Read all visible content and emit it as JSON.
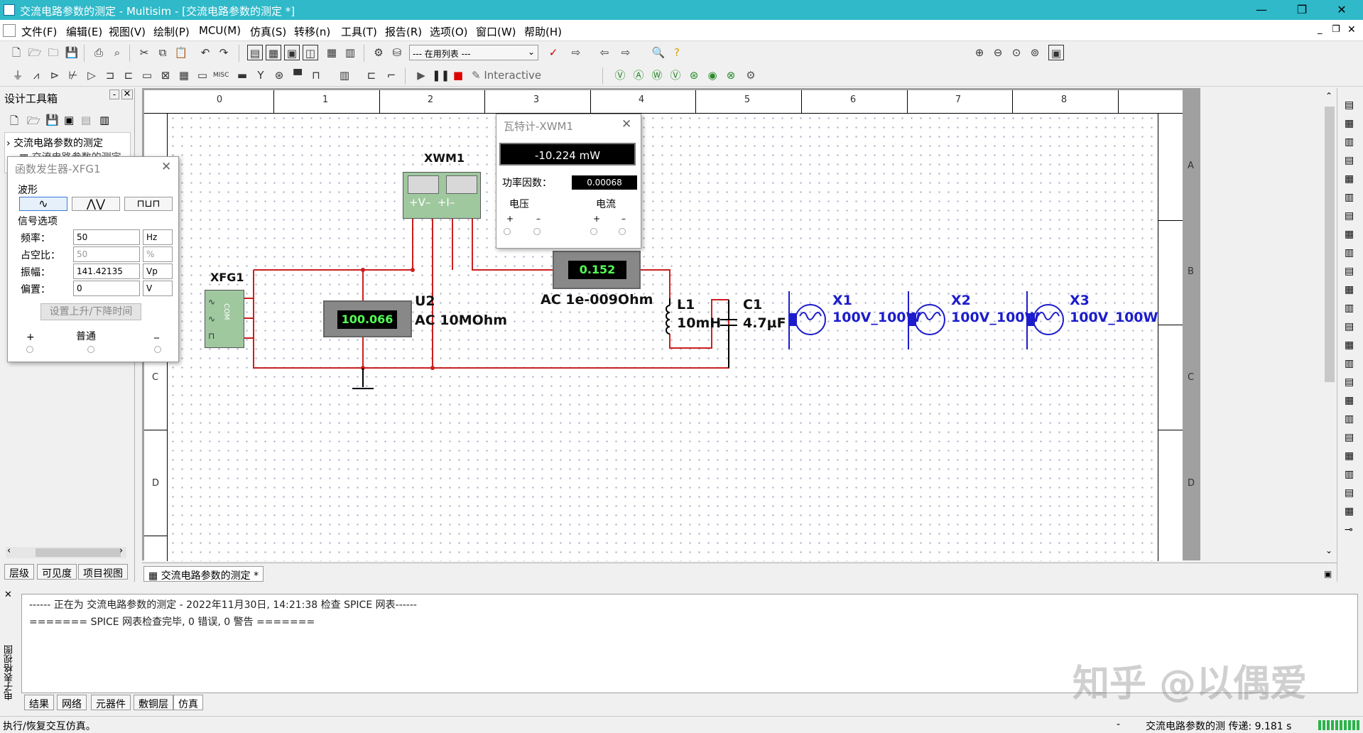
{
  "window": {
    "title": "交流电路参数的测定 - Multisim - [交流电路参数的测定 *]",
    "min": "—",
    "max": "❐",
    "close": "✕"
  },
  "menu": [
    "文件(F)",
    "编辑(E)",
    "视图(V)",
    "绘制(P)",
    "MCU(M)",
    "仿真(S)",
    "转移(n)",
    "工具(T)",
    "报告(R)",
    "选项(O)",
    "窗口(W)",
    "帮助(H)"
  ],
  "toolbar": {
    "inuse_list": "--- 在用列表 ---",
    "interactive": "Interactive"
  },
  "toolbox": {
    "title": "设计工具箱",
    "tree_root": "交流电路参数的测定",
    "tree_child": "交流电路参数的测定",
    "tabs": [
      "层级",
      "可见度",
      "项目视图"
    ]
  },
  "fg": {
    "title": "函数发生器-XFG1",
    "waveform_label": "波形",
    "signal_label": "信号选项",
    "freq_label": "频率：",
    "freq": "50",
    "freq_unit": "Hz",
    "duty_label": "占空比：",
    "duty": "50",
    "duty_unit": "%",
    "amp_label": "振幅：",
    "amp": "141.42135",
    "amp_unit": "Vp",
    "offset_label": "偏置：",
    "offset": "0",
    "offset_unit": "V",
    "rise_btn": "设置上升/下降时间",
    "plus": "+",
    "common": "普通",
    "minus": "_"
  },
  "watt": {
    "title": "瓦特计-XWM1",
    "power": "-10.224 mW",
    "pf_label": "功率因数：",
    "pf": "0.00068",
    "voltage": "电压",
    "current": "电流",
    "plus": "+",
    "minus": "–"
  },
  "sheet": {
    "cols": [
      "0",
      "1",
      "2",
      "3",
      "4",
      "5",
      "6",
      "7",
      "8"
    ],
    "rows": [
      "A",
      "B",
      "C",
      "D"
    ]
  },
  "circuit": {
    "xwm1": "XWM1",
    "xfg1": "XFG1",
    "u2": "U2",
    "u2_type": "AC  10MOhm",
    "u2_value": "100.066",
    "u3_type": "AC  1e-009Ohm",
    "u3_value": "0.152",
    "l1": "L1",
    "l1_val": "10mH",
    "c1": "C1",
    "c1_val": "4.7µF",
    "x1": "X1",
    "x1_val": "100V_100W",
    "x2": "X2",
    "x2_val": "100V_100W",
    "x3": "X3",
    "x3_val": "100V_100W",
    "com": "COM"
  },
  "doc_tab": "交流电路参数的测定 *",
  "log": [
    "------ 正在为 交流电路参数的测定 - 2022年11月30日, 14:21:38 检查 SPICE 网表------",
    "======= SPICE 网表检查完毕, 0 错误, 0 警告 ======="
  ],
  "bottom_tabs": [
    "结果",
    "网络",
    "元器件",
    "敷铜层",
    "仿真"
  ],
  "spreadsheet_label": "电子表格视图",
  "status": {
    "left": "执行/恢复交互仿真。",
    "dash": "-",
    "right": "交流电路参数的测 传递: 9.181 s"
  },
  "watermark": "知乎 @以偶爱"
}
